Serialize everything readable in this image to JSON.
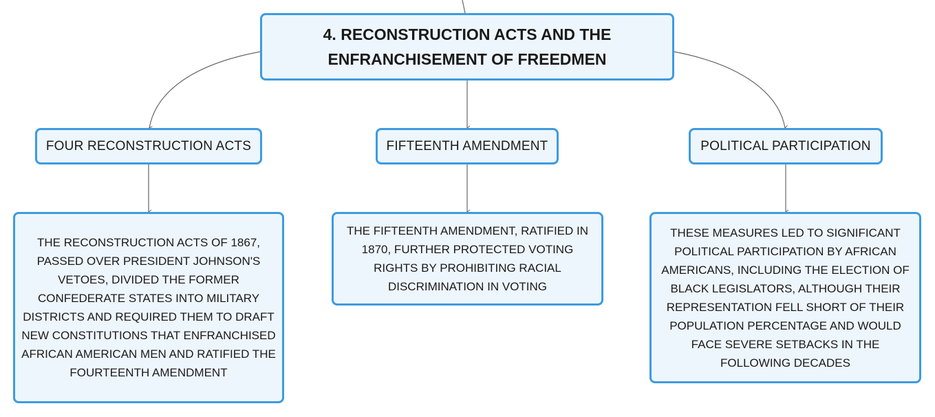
{
  "map": {
    "root": {
      "title": "4. RECONSTRUCTION ACTS AND THE ENFRANCHISEMENT OF FREEDMEN"
    },
    "branches": [
      {
        "label": "FOUR RECONSTRUCTION ACTS",
        "detail": "THE RECONSTRUCTION ACTS OF 1867, PASSED OVER PRESIDENT JOHNSON'S VETOES, DIVIDED THE FORMER CONFEDERATE STATES INTO MILITARY DISTRICTS AND REQUIRED THEM TO DRAFT NEW CONSTITUTIONS THAT ENFRANCHISED AFRICAN AMERICAN MEN AND RATIFIED THE FOURTEENTH AMENDMENT"
      },
      {
        "label": "FIFTEENTH AMENDMENT",
        "detail": "THE FIFTEENTH AMENDMENT, RATIFIED IN 1870, FURTHER PROTECTED VOTING RIGHTS BY PROHIBITING RACIAL DISCRIMINATION IN VOTING"
      },
      {
        "label": "POLITICAL PARTICIPATION",
        "detail": "THESE MEASURES LED TO SIGNIFICANT POLITICAL PARTICIPATION BY AFRICAN AMERICANS, INCLUDING THE ELECTION OF BLACK LEGISLATORS, ALTHOUGH THEIR REPRESENTATION FELL SHORT OF THEIR POPULATION PERCENTAGE AND WOULD FACE SEVERE SETBACKS IN THE FOLLOWING DECADES"
      }
    ]
  },
  "colors": {
    "node_border": "#3d9be0",
    "node_fill": "#eef6fd",
    "connector": "#666666"
  }
}
